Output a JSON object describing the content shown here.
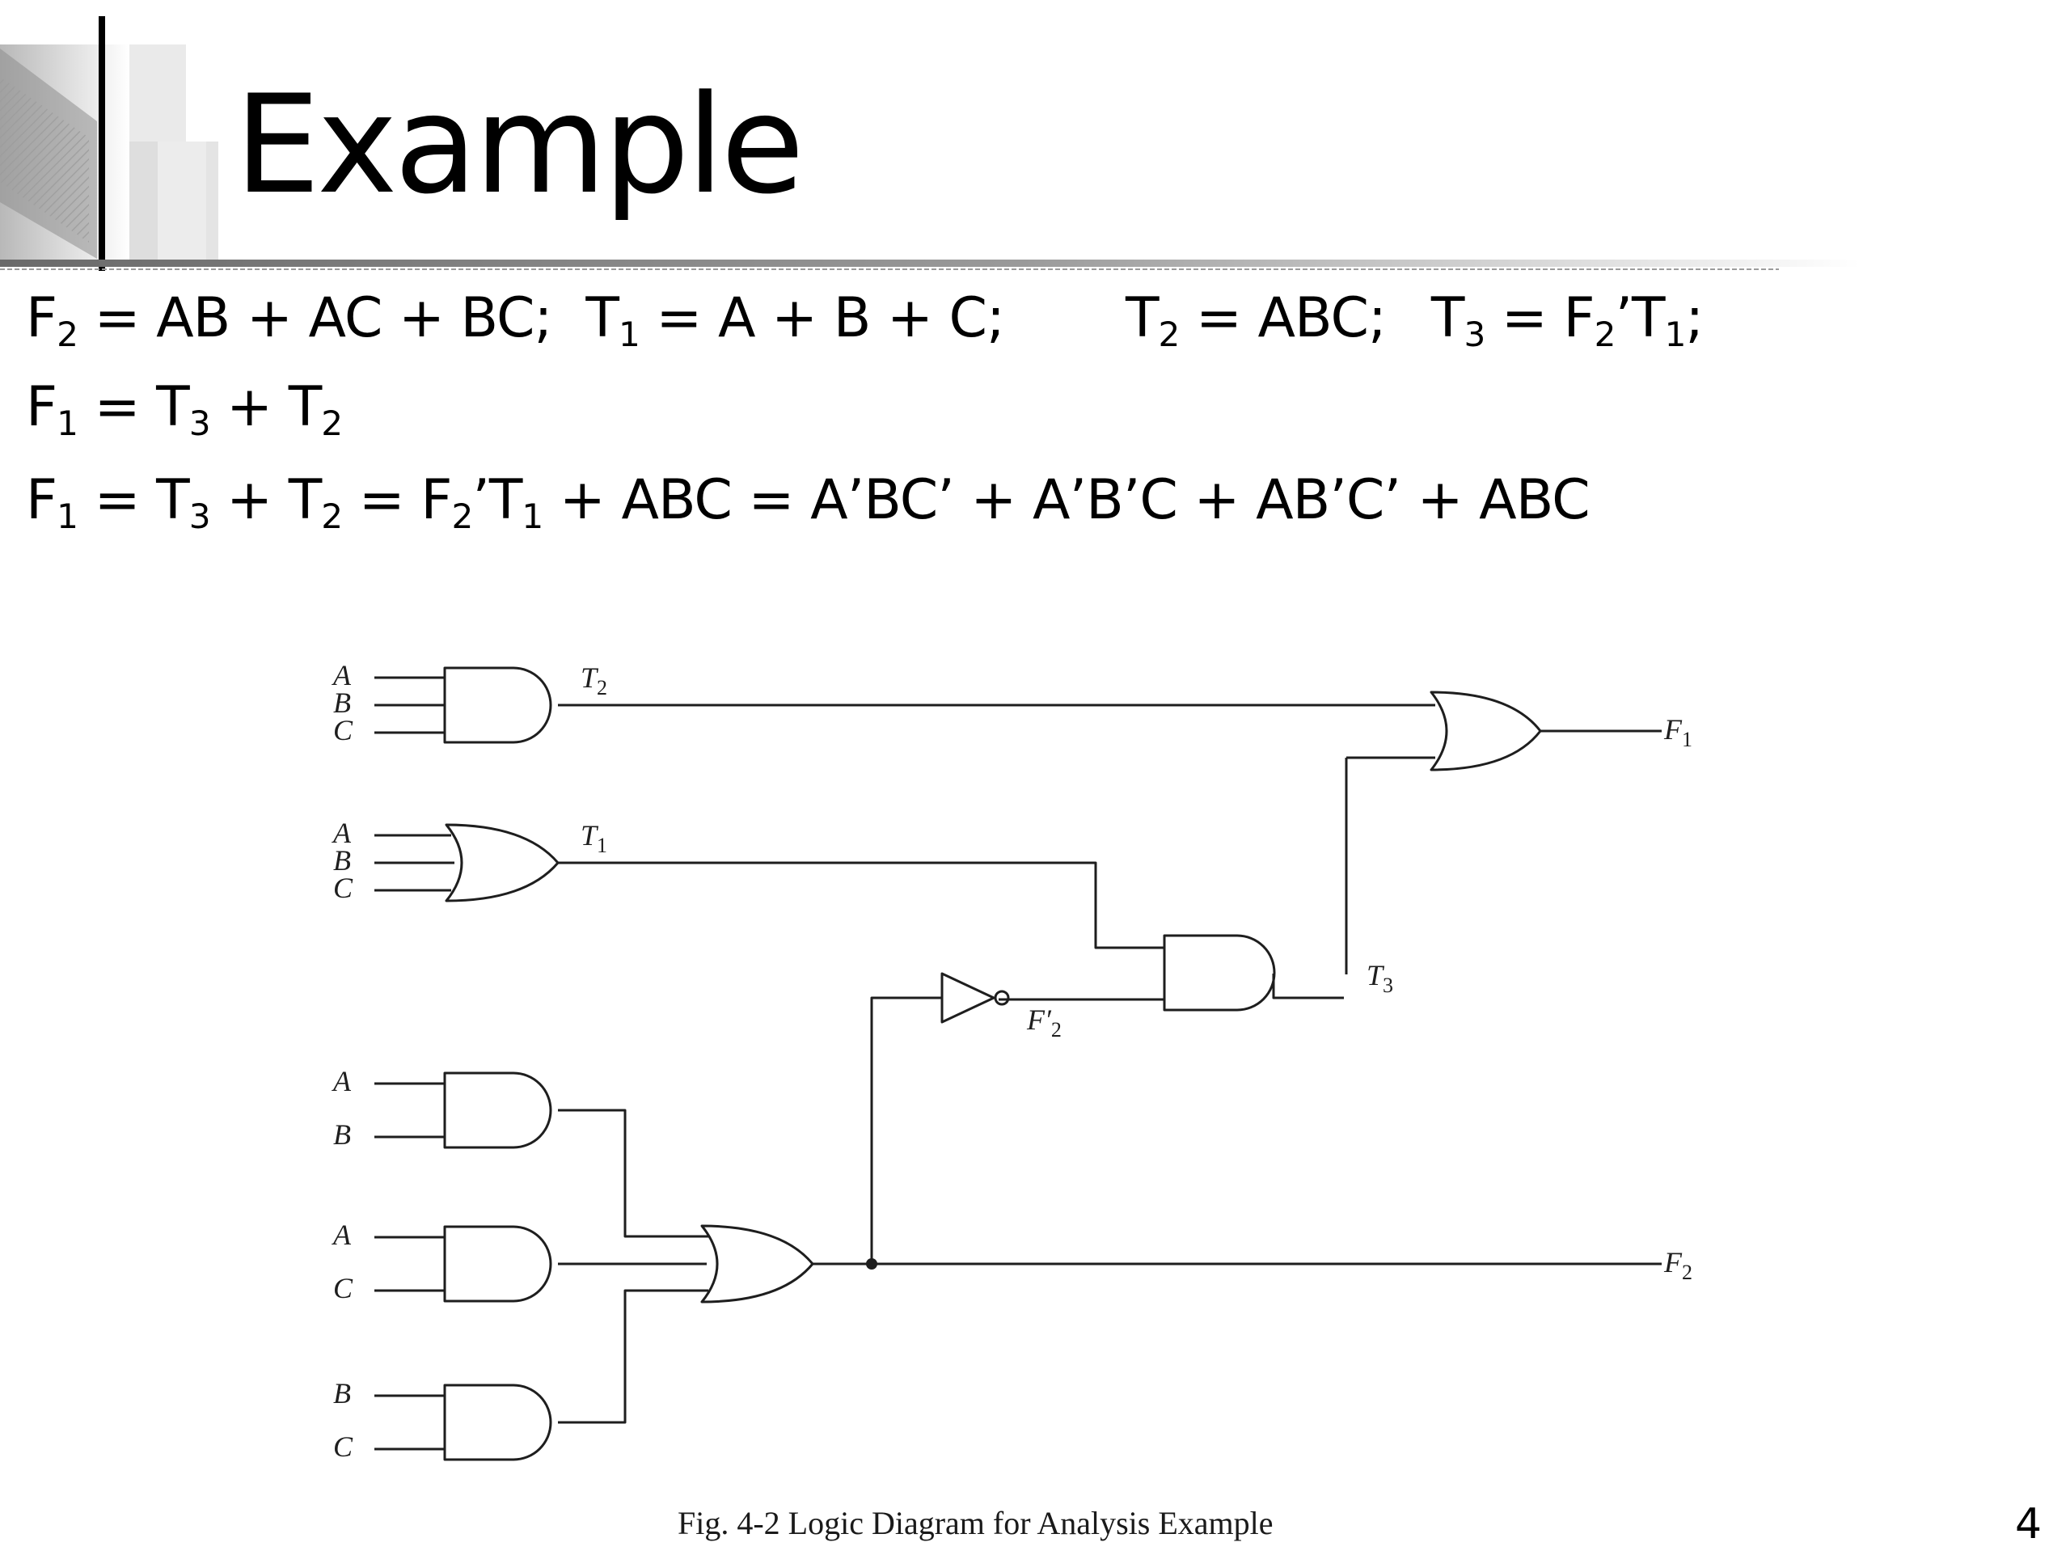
{
  "slide": {
    "title": "Example",
    "page_number": "4"
  },
  "equations": {
    "line1": {
      "f2_lhs": "F",
      "f2_sub": "2",
      "f2_rhs": " = AB + AC + BC;",
      "t1_lhs": "T",
      "t1_sub": "1",
      "t1_rhs": " = A + B + C;",
      "t2_lhs": "T",
      "t2_sub": "2",
      "t2_rhs": " = ABC;",
      "t3_lhs": "T",
      "t3_sub": "3",
      "t3_eq": " = F",
      "t3_f_sub": "2",
      "t3_mid": "’T",
      "t3_t_sub": "1",
      "t3_end": ";"
    },
    "line2": {
      "lhs": "F",
      "lhs_sub": "1",
      "eq": " = T",
      "t3_sub": "3",
      "plus": " + T",
      "t2_sub": "2"
    },
    "line3": {
      "lhs": "F",
      "lhs_sub": "1",
      "eq": " = T",
      "t3_sub": "3",
      "plus": " + T",
      "t2_sub": "2",
      "eq2": " = F",
      "f2_sub": "2",
      "mid": "’T",
      "t1_sub": "1",
      "rest": " + ABC = A’BC’ + A’B’C + AB’C’ + ABC"
    }
  },
  "diagram": {
    "caption": "Fig. 4-2  Logic Diagram for Analysis Example",
    "labels": {
      "in_a1": "A",
      "in_b1": "B",
      "in_c1": "C",
      "in_a2": "A",
      "in_b2": "B",
      "in_c2": "C",
      "in_a3": "A",
      "in_b3": "B",
      "in_a4": "A",
      "in_c4": "C",
      "in_b5": "B",
      "in_c5": "C",
      "t2": "T",
      "t2_sub": "2",
      "t1": "T",
      "t1_sub": "1",
      "t3": "T",
      "t3_sub": "3",
      "f2_prime": "F′",
      "f2_prime_sub": "2",
      "f1": "F",
      "f1_sub": "1",
      "f2": "F",
      "f2_sub": "2"
    }
  }
}
